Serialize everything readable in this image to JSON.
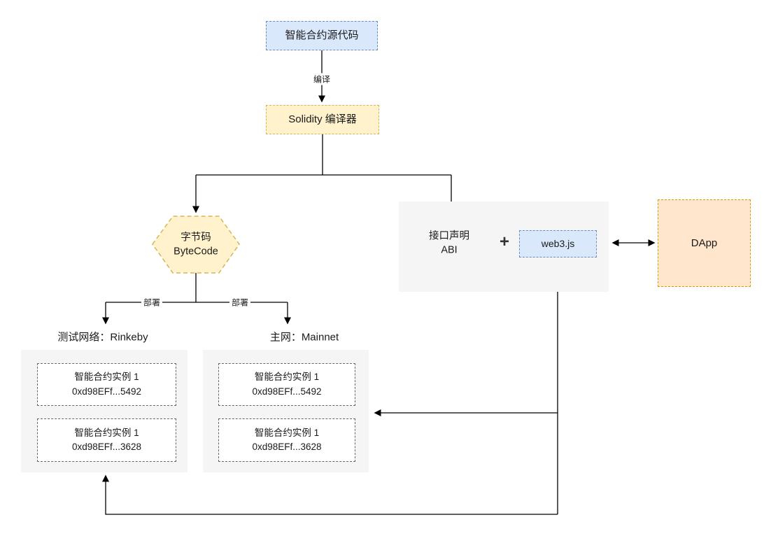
{
  "diagram": {
    "nodes": {
      "source": {
        "label": "智能合约源代码"
      },
      "compiler": {
        "label": "Solidity 编译器"
      },
      "bytecode": {
        "line1": "字节码",
        "line2": "ByteCode"
      },
      "abi": {
        "line1": "接口声明",
        "line2": "ABI"
      },
      "plus_sign": "+",
      "web3": {
        "label": "web3.js"
      },
      "dapp": {
        "label": "DApp"
      }
    },
    "edge_labels": {
      "compile": "编译",
      "deploy_left": "部署",
      "deploy_right": "部署"
    },
    "networks": {
      "testnet": {
        "title": "测试网络：Rinkeby",
        "instances": [
          {
            "name": "智能合约实例 1",
            "address": "0xd98EFf...5492"
          },
          {
            "name": "智能合约实例 1",
            "address": "0xd98EFf...3628"
          }
        ]
      },
      "mainnet": {
        "title": "主网：Mainnet",
        "instances": [
          {
            "name": "智能合约实例 1",
            "address": "0xd98EFf...5492"
          },
          {
            "name": "智能合约实例 1",
            "address": "0xd98EFf...3628"
          }
        ]
      }
    },
    "colors": {
      "blue_fill": "#dae8fc",
      "blue_stroke": "#6c8ebf",
      "yellow_fill": "#fff2cc",
      "yellow_stroke": "#d6b656",
      "green_fill": "#d5e8d4",
      "green_stroke": "#82b366",
      "orange_fill": "#ffe6cc",
      "orange_stroke": "#d79b00",
      "container_fill": "#f5f5f5",
      "instance_stroke": "#666666",
      "line_color": "#000000"
    }
  }
}
